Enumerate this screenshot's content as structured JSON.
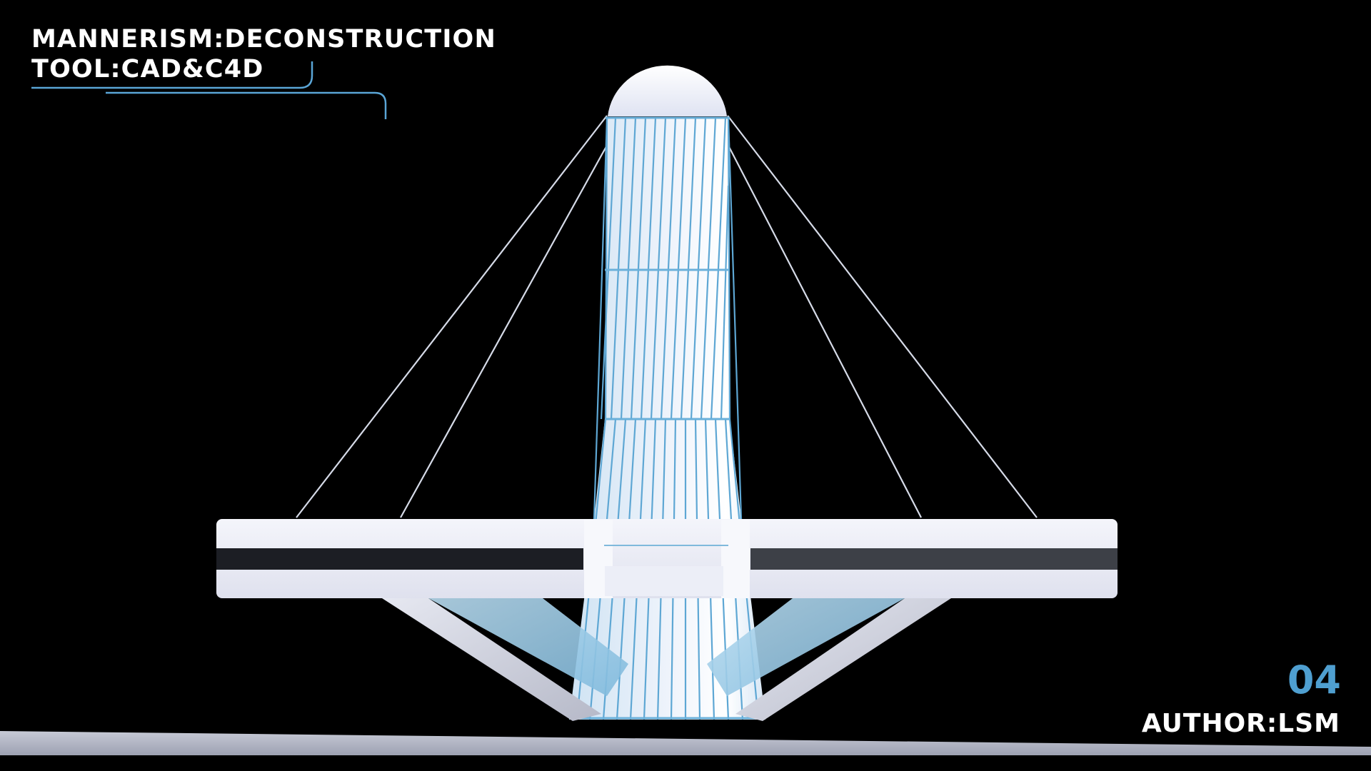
{
  "header": {
    "title": "MANNERISM:DECONSTRUCTION",
    "tool": "TOOL:CAD&C4D"
  },
  "footer": {
    "page_number": "04",
    "author": "AUTHOR:LSM"
  },
  "colors": {
    "background": "#000000",
    "accent_blue": "#5aa5d6",
    "page_number_blue": "#4f9fd0",
    "text_white": "#ffffff",
    "structure_white": "#e9ebf5",
    "slot_dark": "#1c1e24",
    "ground_grey": "#a9adbc"
  },
  "render": {
    "subject": "cable-stayed tower structure with dome, platform and lattice shaft"
  }
}
